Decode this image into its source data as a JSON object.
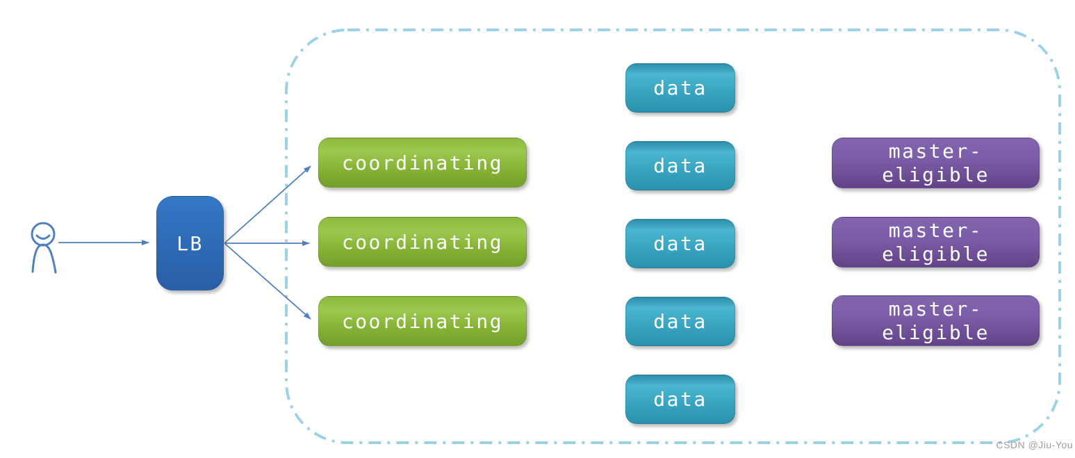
{
  "diagram": {
    "description_visible_elements": "load balancer fan-out to cluster of nodes inside dashed boundary",
    "cluster_boundary": {
      "border_color": "#9cd2e6",
      "style": "dash-dot rounded rectangle"
    },
    "nodes": {
      "lb": {
        "label": "LB",
        "color_top": "#3478c5",
        "color_bottom": "#2a5ea7"
      },
      "coordinating": [
        {
          "label": "coordinating"
        },
        {
          "label": "coordinating"
        },
        {
          "label": "coordinating"
        }
      ],
      "data": [
        {
          "label": "data"
        },
        {
          "label": "data"
        },
        {
          "label": "data"
        },
        {
          "label": "data"
        },
        {
          "label": "data"
        }
      ],
      "master_eligible": [
        {
          "label": "master-\neligible",
          "starred": true
        },
        {
          "label": "master-\neligible",
          "starred": false
        },
        {
          "label": "master-\neligible",
          "starred": false
        }
      ]
    },
    "colors": {
      "lb_blue": "#2f6cb8",
      "coordinating_green": "#85b136",
      "data_teal": "#3ba6c0",
      "master_purple": "#6e4f96",
      "arrow_blue": "#4d80bf",
      "star_black": "#0d0d0d"
    },
    "icons": {
      "user": "user-icon",
      "star": "star-icon",
      "arrow": "arrow-connector"
    }
  },
  "watermark": "CSDN @Jiu-You"
}
